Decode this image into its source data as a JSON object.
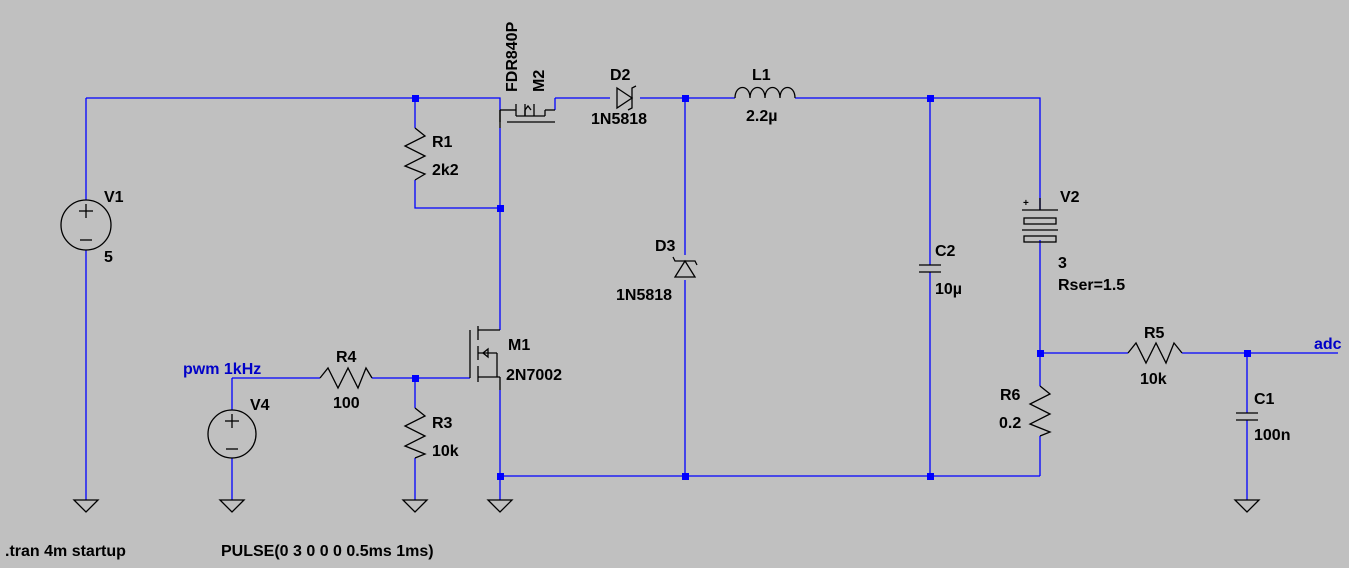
{
  "components": {
    "V1": {
      "ref": "V1",
      "value": "5"
    },
    "V2": {
      "ref": "V2",
      "value": "3",
      "extra": "Rser=1.5"
    },
    "V4": {
      "ref": "V4"
    },
    "R1": {
      "ref": "R1",
      "value": "2k2"
    },
    "R3": {
      "ref": "R3",
      "value": "10k"
    },
    "R4": {
      "ref": "R4",
      "value": "100"
    },
    "R5": {
      "ref": "R5",
      "value": "10k"
    },
    "R6": {
      "ref": "R6",
      "value": "0.2"
    },
    "C1": {
      "ref": "C1",
      "value": "100n"
    },
    "C2": {
      "ref": "C2",
      "value": "10µ"
    },
    "L1": {
      "ref": "L1",
      "value": "2.2µ"
    },
    "D2": {
      "ref": "D2",
      "value": "1N5818"
    },
    "D3": {
      "ref": "D3",
      "value": "1N5818"
    },
    "M1": {
      "ref": "M1",
      "value": "2N7002"
    },
    "M2": {
      "ref": "M2",
      "value": "FDR840P"
    }
  },
  "nets": {
    "pwm": "pwm 1kHz",
    "adc": "adc"
  },
  "directives": {
    "tran": ".tran 4m startup",
    "pulse": "PULSE(0 3 0 0 0 0.5ms 1ms)"
  },
  "colors": {
    "background": "#c0c0c0",
    "wire": "#0000ff",
    "component": "#000000",
    "net_label": "#0000c8"
  }
}
